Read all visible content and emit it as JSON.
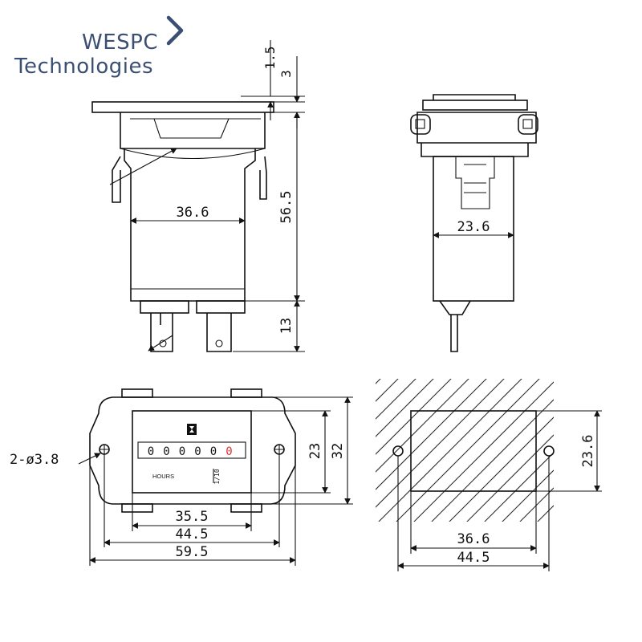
{
  "brand": {
    "name": "WESPC",
    "subtitle": "Technologies",
    "color": "#3b4f72"
  },
  "dimensions": {
    "front_width": "36.6",
    "body_height": "56.5",
    "top_offset": "1.5",
    "flange_thickness": "3",
    "terminal_length": "13",
    "side_width": "23.6",
    "hole_spec": "2-ø3.8",
    "window_height": "23",
    "overall_height": "32",
    "window_width": "35.5",
    "hole_spacing": "44.5",
    "overall_width": "59.5",
    "cutout_height": "23.6",
    "cutout_width": "36.6",
    "cutout_hole_spacing": "44.5"
  },
  "meter_face": {
    "digits": [
      "0",
      "0",
      "0",
      "0",
      "0",
      "0"
    ],
    "last_digit_color": "#e03030",
    "unit_label": "HOURS",
    "hourglass_icon": "hourglass-icon",
    "ratio_label": "1/10"
  }
}
